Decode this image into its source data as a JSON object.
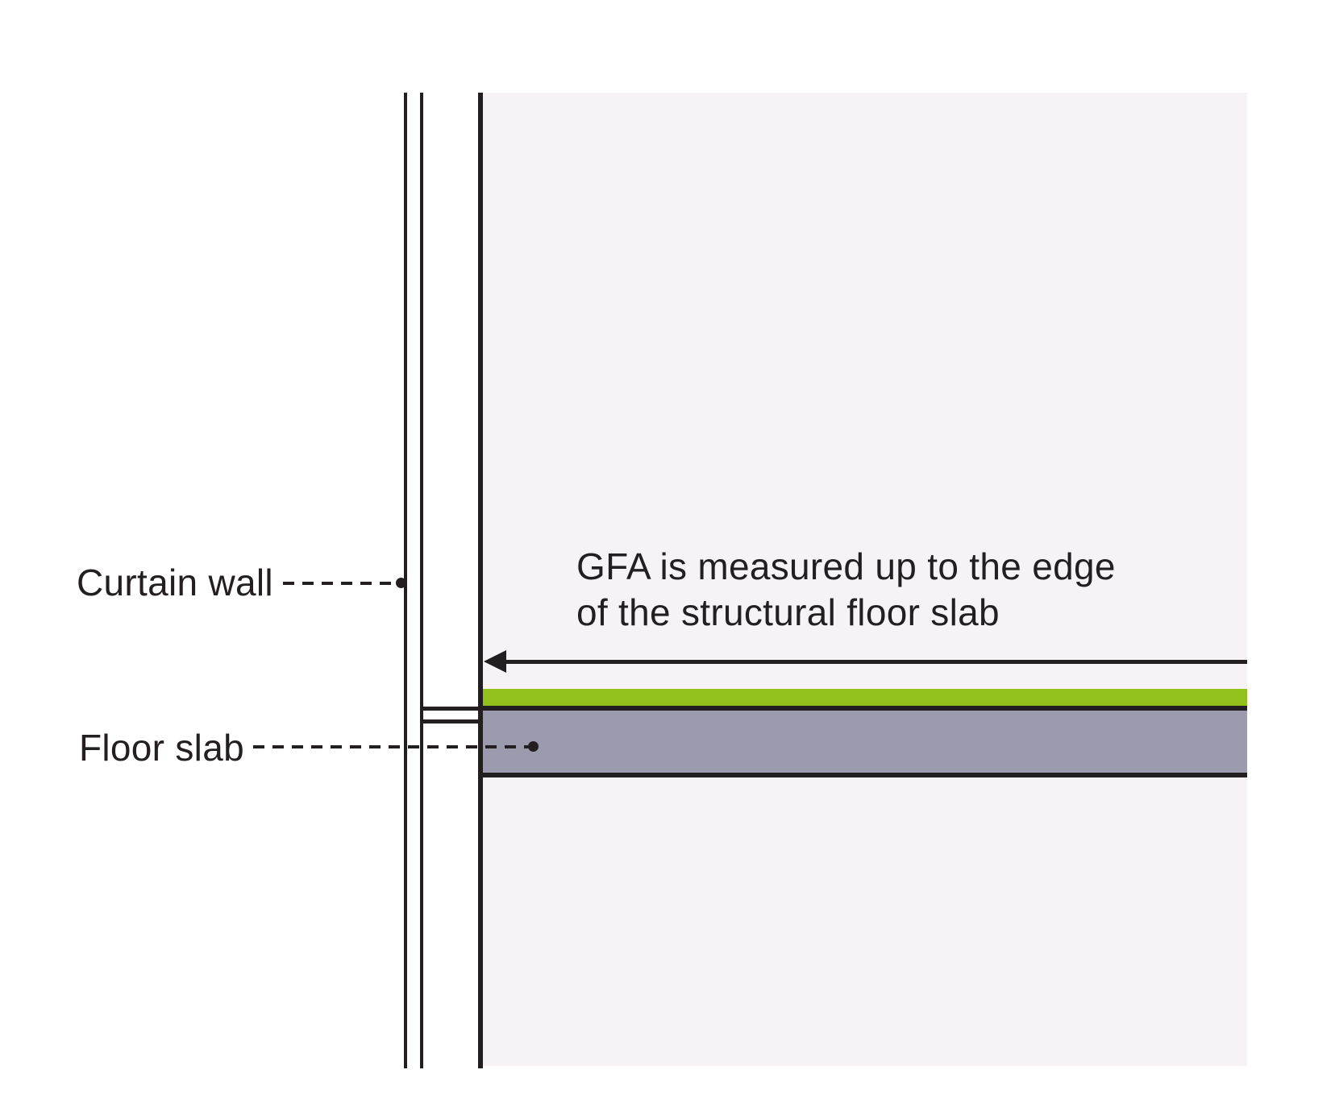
{
  "annotation": {
    "line1": "GFA is measured up to the edge",
    "line2": "of the structural floor slab"
  },
  "labels": {
    "curtain_wall": "Curtain wall",
    "floor_slab": "Floor slab"
  },
  "colors": {
    "canvas_background": "#ffffff",
    "interior_background": "#f7f2f6",
    "floor_finish_green": "#92c11e",
    "slab_gray": "#9c9aad",
    "line_black": "#231f20"
  }
}
